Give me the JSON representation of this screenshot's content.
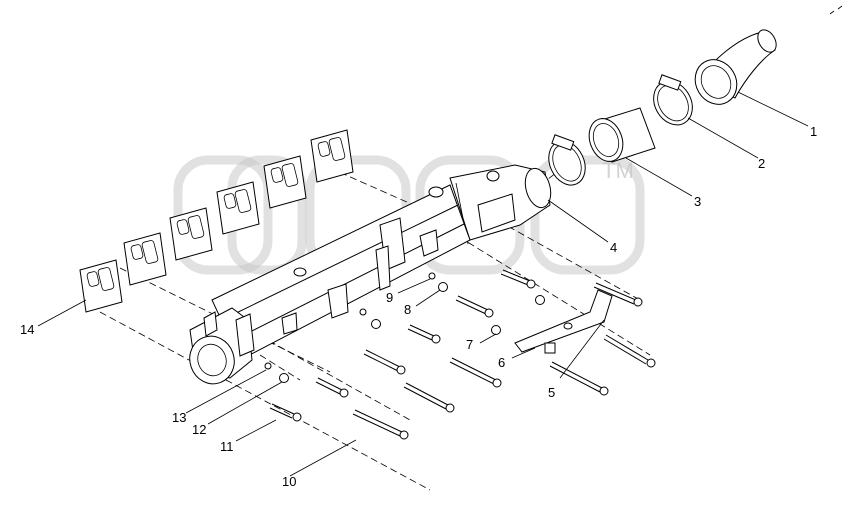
{
  "callouts": [
    "1",
    "2",
    "3",
    "4",
    "5",
    "6",
    "7",
    "8",
    "9",
    "10",
    "11",
    "12",
    "13",
    "14"
  ],
  "watermark_mark": "TM",
  "icons": {
    "watermark": "logo-watermark",
    "corner_mark": "corner-mark"
  }
}
